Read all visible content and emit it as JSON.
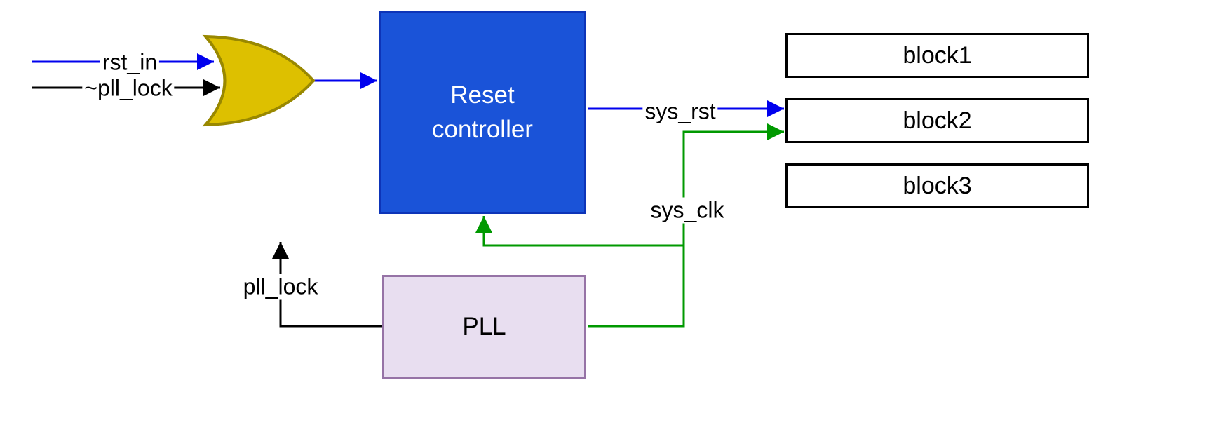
{
  "diagram": {
    "wires": {
      "blue": "#0000ee",
      "green": "#009900",
      "black": "#000000"
    },
    "labels": {
      "rst_in": "rst_in",
      "npll_lock": "~pll_lock",
      "sys_rst": "sys_rst",
      "sys_clk": "sys_clk",
      "pll_lock": "pll_lock"
    },
    "nodes": {
      "or_gate": {
        "fill": "#ddc000",
        "stroke": "#998800"
      },
      "reset_controller": {
        "label": "Reset controller",
        "fill": "#1a53d8",
        "text_color": "#ffffff"
      },
      "pll": {
        "label": "PLL",
        "fill": "#e8def0",
        "border": "#9673a6"
      },
      "blocks": [
        {
          "label": "block1"
        },
        {
          "label": "block2"
        },
        {
          "label": "block3"
        }
      ]
    }
  }
}
